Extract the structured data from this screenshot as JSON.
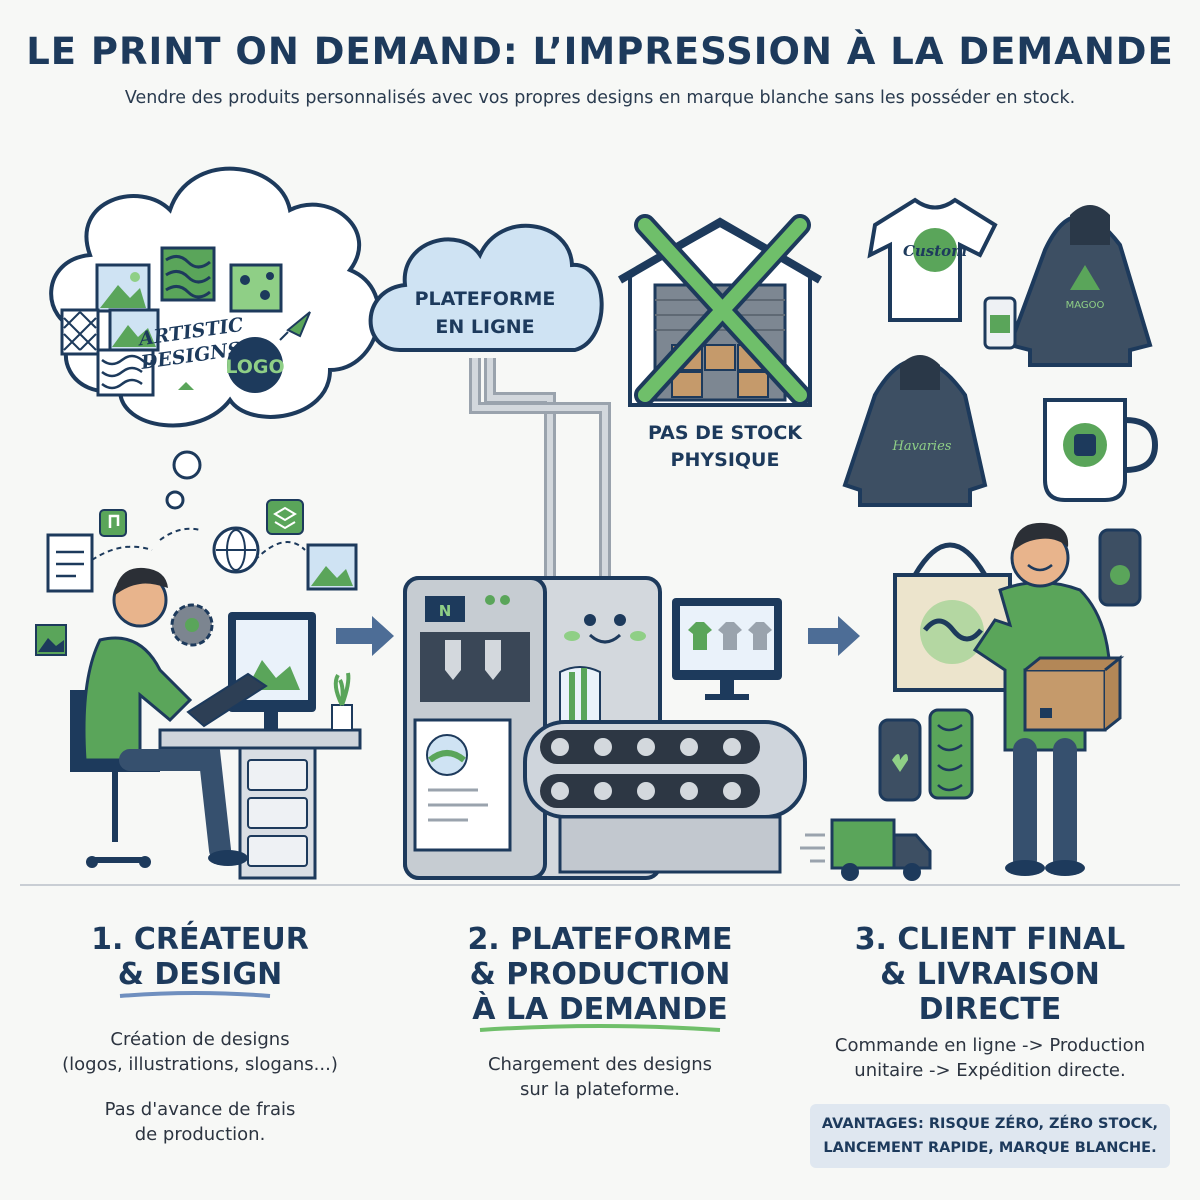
{
  "header": {
    "title": "LE PRINT ON DEMAND: L’IMPRESSION À LA DEMANDE",
    "subtitle": "Vendre des produits personnalisés avec vos propres designs en marque blanche sans les posséder en stock."
  },
  "thought_bubble": {
    "artistic_line1": "ARTISTIC",
    "artistic_line2": "DESIGNS",
    "logo": "LOGO"
  },
  "cloud": {
    "line1": "PLATEFORME",
    "line2": "EN LIGNE"
  },
  "warehouse": {
    "line1": "PAS DE STOCK",
    "line2": "PHYSIQUE"
  },
  "products": {
    "tshirt_text": "Custom",
    "hoodie_text": "Havaries",
    "hoodie2_text": "MAGOO"
  },
  "steps": [
    {
      "title_line1": "1. CRÉATEUR",
      "title_line2": "& DESIGN",
      "title_line3": "",
      "desc1_line1": "Création de designs",
      "desc1_line2": "(logos, illustrations, slogans...)",
      "desc2_line1": "Pas d'avance de frais",
      "desc2_line2": "de production."
    },
    {
      "title_line1": "2. PLATEFORME",
      "title_line2": "& PRODUCTION",
      "title_line3": "À LA DEMANDE",
      "desc1_line1": "Chargement des designs",
      "desc1_line2": "sur la plateforme."
    },
    {
      "title_line1": "3. CLIENT FINAL",
      "title_line2": "& LIVRAISON",
      "title_line3": "DIRECTE",
      "desc1_line1": "Commande en ligne -> Production",
      "desc1_line2": "unitaire -> Expédition directe."
    }
  ],
  "advantages": {
    "line1": "AVANTAGES: RISQUE ZÉRO, ZÉRO STOCK,",
    "line2": "LANCEMENT RAPIDE, MARQUE BLANCHE."
  },
  "colors": {
    "navy": "#1d3a5c",
    "green": "#5aa55a",
    "light_green": "#8fcf86",
    "gray": "#b9bfc6",
    "cloud": "#cfe3f3"
  },
  "icons": [
    "thought-bubble",
    "image-icon",
    "pattern-icon",
    "rocket-icon",
    "document-icon",
    "gear-icon",
    "globe-icon",
    "layers-icon",
    "music-icon",
    "cloud",
    "warehouse",
    "x-mark",
    "printer-machine",
    "monitor",
    "arrow-right",
    "tshirt",
    "hoodie",
    "mug",
    "tote-bag",
    "phone-case",
    "delivery-truck",
    "package-box",
    "person"
  ]
}
